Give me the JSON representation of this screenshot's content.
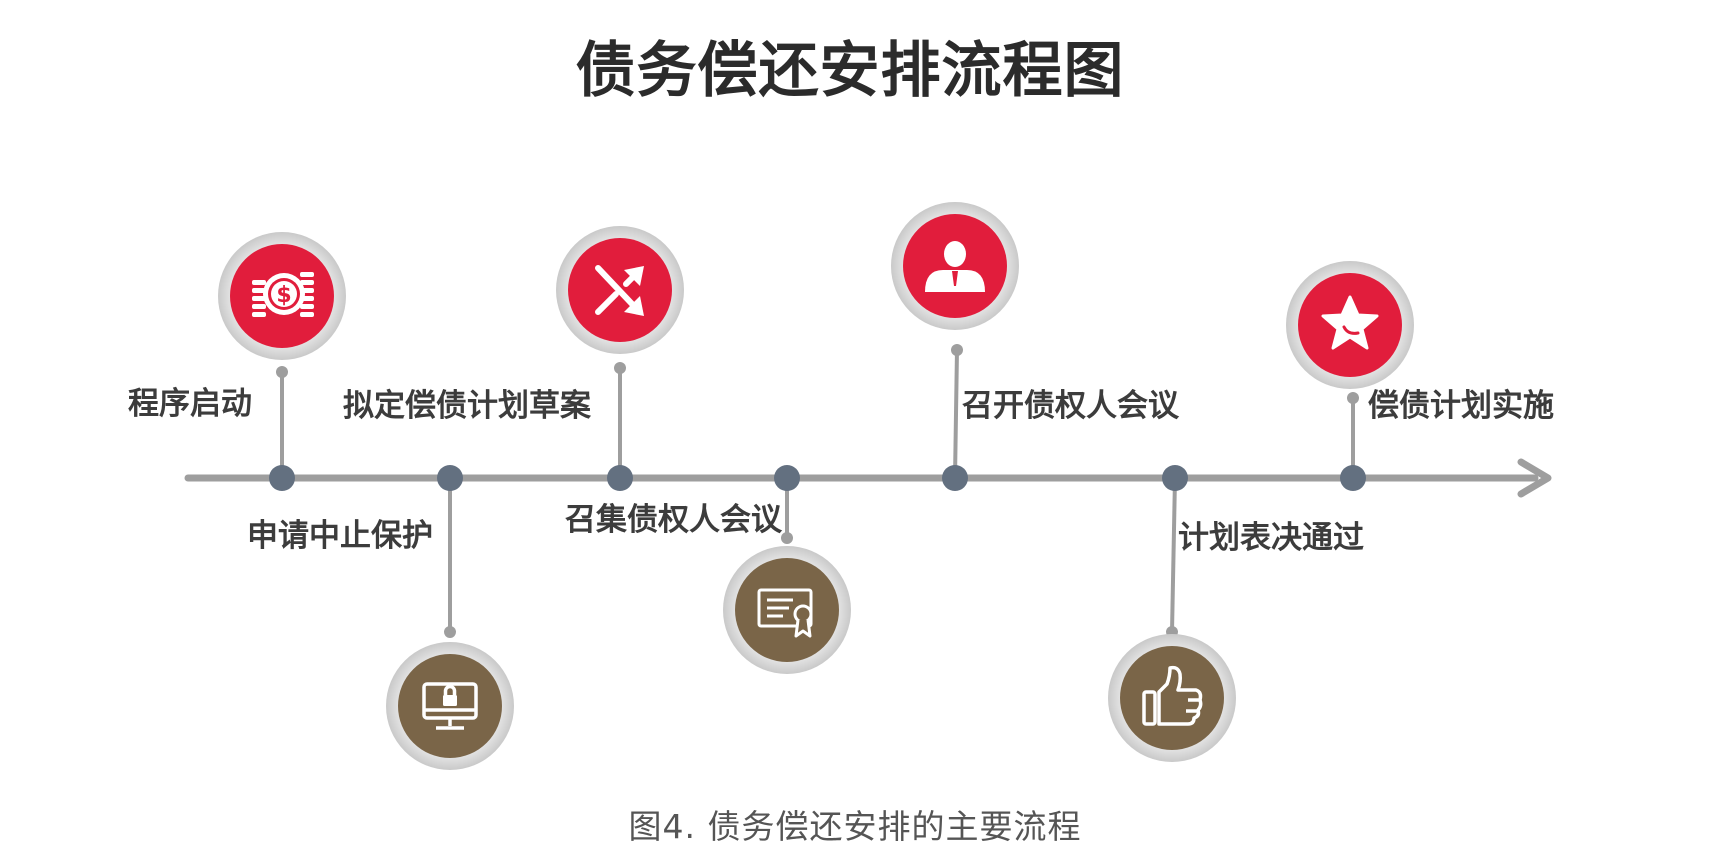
{
  "title": "债务偿还安排流程图",
  "caption": "图4. 债务偿还安排的主要流程",
  "colors": {
    "red": "#e11d3c",
    "brown": "#7a6548",
    "ring": "#dddddd",
    "axis": "#9e9e9e",
    "node": "#637080"
  },
  "steps": [
    {
      "label": "程序启动",
      "icon": "coins-dollar-icon",
      "side": "top"
    },
    {
      "label": "申请中止保护",
      "icon": "computer-lock-icon",
      "side": "bottom"
    },
    {
      "label": "拟定偿债计划草案",
      "icon": "shuffle-arrows-icon",
      "side": "top"
    },
    {
      "label": "召集债权人会议",
      "icon": "certificate-icon",
      "side": "bottom"
    },
    {
      "label": "召开债权人会议",
      "icon": "person-icon",
      "side": "top"
    },
    {
      "label": "计划表决通过",
      "icon": "thumbs-up-icon",
      "side": "bottom"
    },
    {
      "label": "偿债计划实施",
      "icon": "star-icon",
      "side": "top"
    }
  ]
}
